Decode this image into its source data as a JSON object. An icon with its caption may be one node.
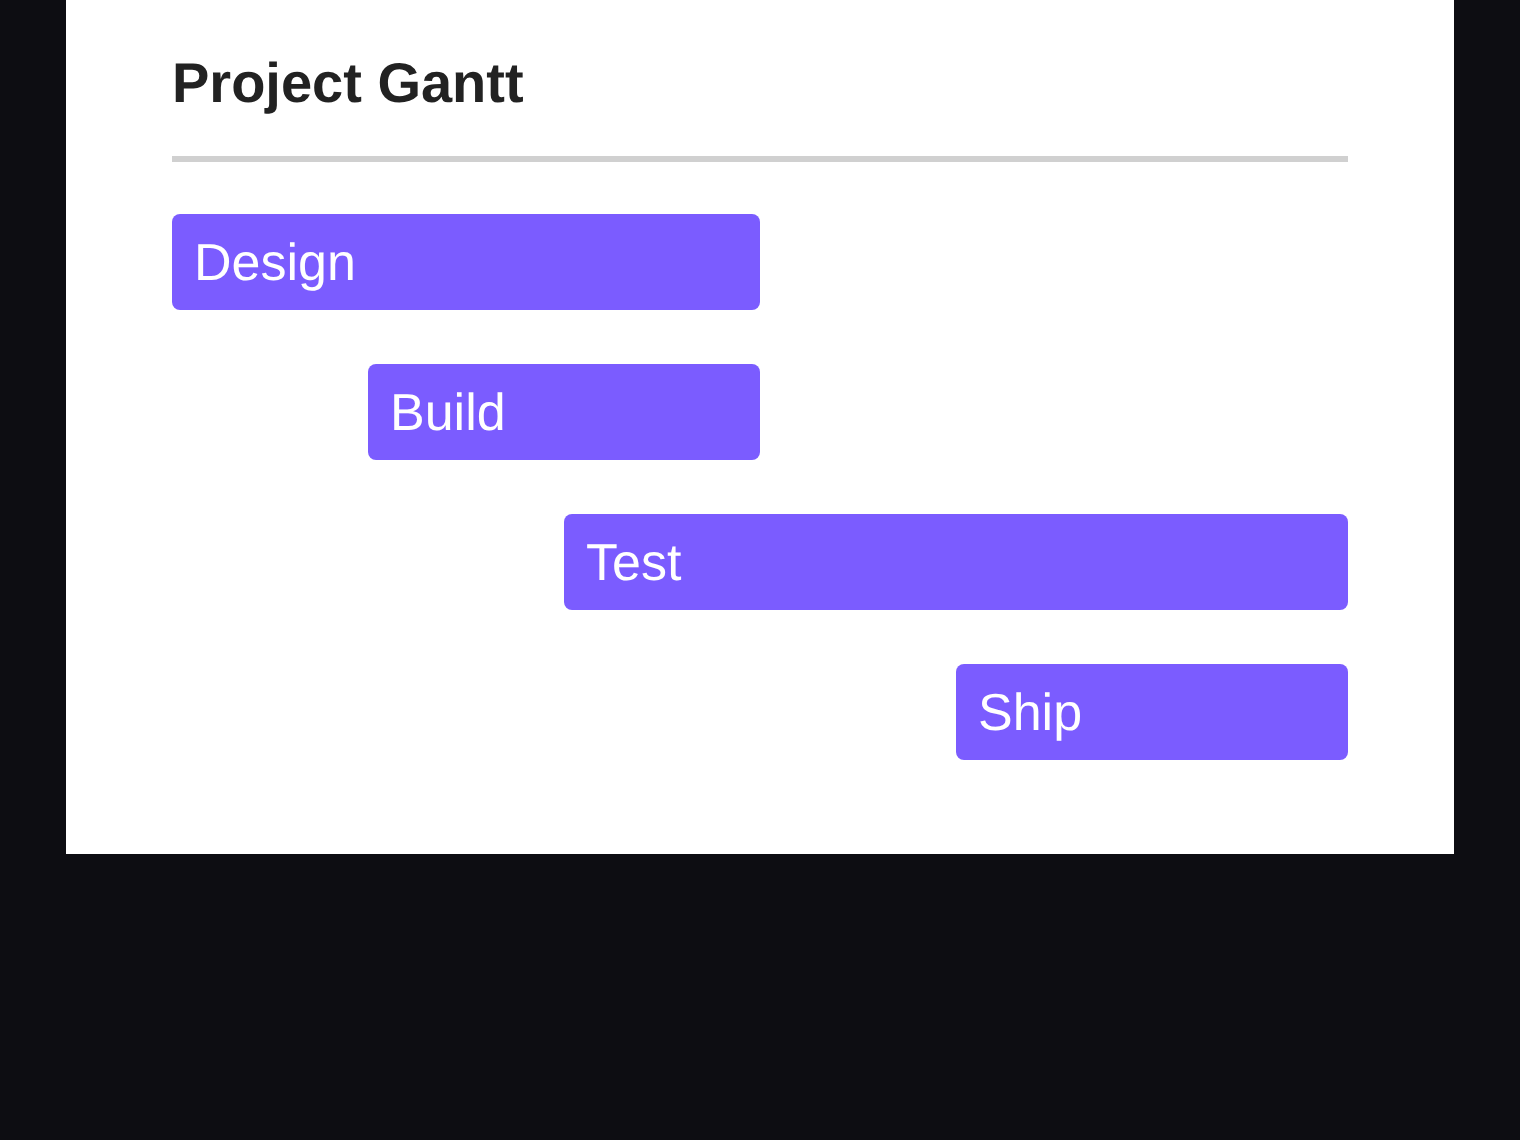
{
  "diagram": {
    "title": "Project Gantt",
    "nodes": [
      {
        "text": [
          "Design"
        ]
      },
      {
        "text": [
          "Build"
        ]
      },
      {
        "text": [
          "Test"
        ]
      },
      {
        "text": [
          "Ship"
        ]
      }
    ]
  }
}
